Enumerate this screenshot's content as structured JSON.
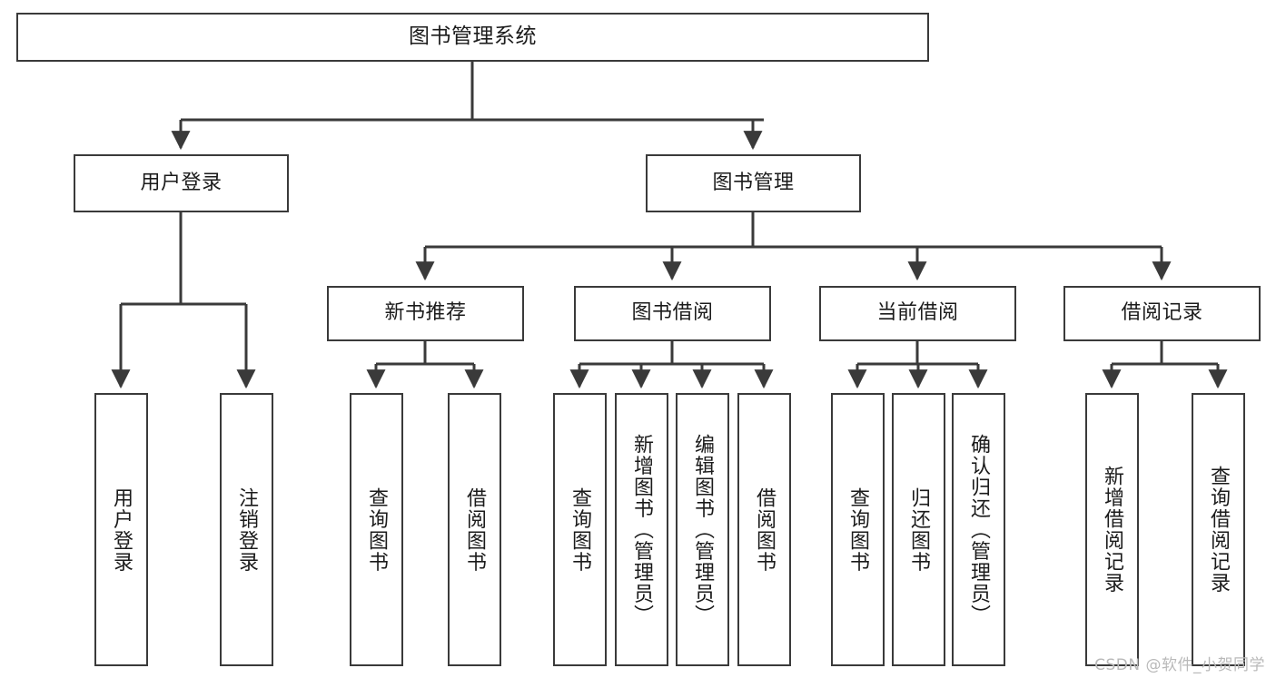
{
  "diagram": {
    "type": "tree",
    "title": "图书管理系统",
    "watermark": "CSDN @软件_小贺同学",
    "colors": {
      "background": "#ffffff",
      "node_border": "#3a3a3a",
      "node_fill": "#ffffff",
      "connector": "#3a3a3a",
      "text": "#1b1b1b",
      "watermark": "#b9b9b9"
    },
    "nodes": {
      "root": {
        "label": "图书管理系统"
      },
      "level1": [
        {
          "id": "user-login",
          "label": "用户登录"
        },
        {
          "id": "book-management",
          "label": "图书管理"
        }
      ],
      "level2": [
        {
          "id": "new-book-recommend",
          "label": "新书推荐"
        },
        {
          "id": "book-borrow",
          "label": "图书借阅"
        },
        {
          "id": "current-borrow",
          "label": "当前借阅"
        },
        {
          "id": "borrow-record",
          "label": "借阅记录"
        }
      ],
      "leaves": {
        "user_login": [
          {
            "id": "leaf-user-login",
            "label": "用户登录"
          },
          {
            "id": "leaf-logout-login",
            "label": "注销登录"
          }
        ],
        "new_book_recommend": [
          {
            "id": "leaf-query-book-1",
            "label": "查询图书"
          },
          {
            "id": "leaf-borrow-book-1",
            "label": "借阅图书"
          }
        ],
        "book_borrow": [
          {
            "id": "leaf-query-book-2",
            "label": "查询图书"
          },
          {
            "id": "leaf-add-book",
            "label": "新增图书（管理员）"
          },
          {
            "id": "leaf-edit-book",
            "label": "编辑图书（管理员）"
          },
          {
            "id": "leaf-borrow-book-2",
            "label": "借阅图书"
          }
        ],
        "current_borrow": [
          {
            "id": "leaf-query-book-3",
            "label": "查询图书"
          },
          {
            "id": "leaf-return-book",
            "label": "归还图书"
          },
          {
            "id": "leaf-confirm-return",
            "label": "确认归还（管理员）"
          }
        ],
        "borrow_record": [
          {
            "id": "leaf-add-record",
            "label": "新增借阅记录"
          },
          {
            "id": "leaf-query-record",
            "label": "查询借阅记录"
          }
        ]
      }
    },
    "edges": [
      {
        "from": "root",
        "to": "user-login"
      },
      {
        "from": "root",
        "to": "book-management"
      },
      {
        "from": "user-login",
        "to": "leaf-user-login"
      },
      {
        "from": "user-login",
        "to": "leaf-logout-login"
      },
      {
        "from": "book-management",
        "to": "new-book-recommend"
      },
      {
        "from": "book-management",
        "to": "book-borrow"
      },
      {
        "from": "book-management",
        "to": "current-borrow"
      },
      {
        "from": "book-management",
        "to": "borrow-record"
      },
      {
        "from": "new-book-recommend",
        "to": "leaf-query-book-1"
      },
      {
        "from": "new-book-recommend",
        "to": "leaf-borrow-book-1"
      },
      {
        "from": "book-borrow",
        "to": "leaf-query-book-2"
      },
      {
        "from": "book-borrow",
        "to": "leaf-add-book"
      },
      {
        "from": "book-borrow",
        "to": "leaf-edit-book"
      },
      {
        "from": "book-borrow",
        "to": "leaf-borrow-book-2"
      },
      {
        "from": "current-borrow",
        "to": "leaf-query-book-3"
      },
      {
        "from": "current-borrow",
        "to": "leaf-return-book"
      },
      {
        "from": "current-borrow",
        "to": "leaf-confirm-return"
      },
      {
        "from": "borrow-record",
        "to": "leaf-add-record"
      },
      {
        "from": "borrow-record",
        "to": "leaf-query-record"
      }
    ]
  }
}
